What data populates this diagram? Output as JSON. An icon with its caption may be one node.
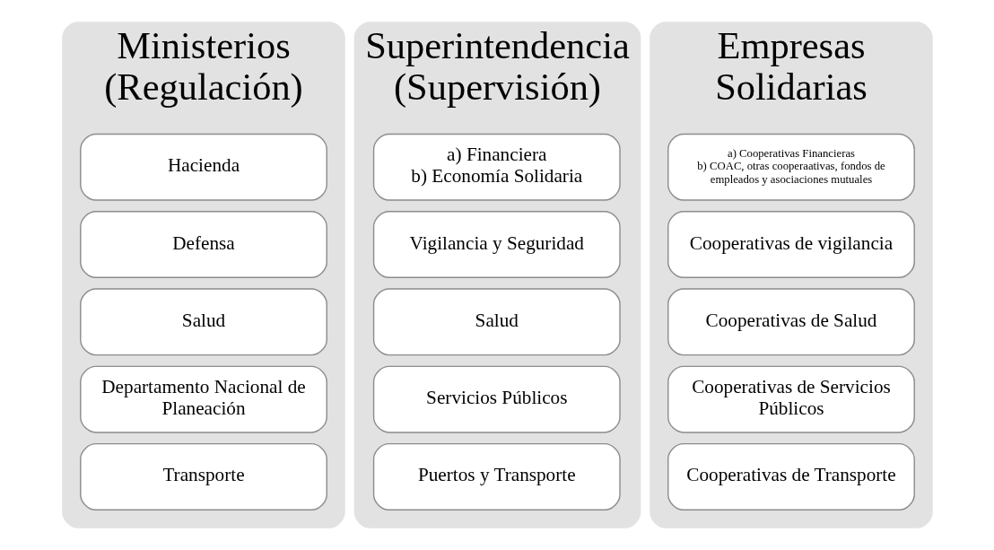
{
  "diagram": {
    "nodes": [
      {
        "text": [
          "Ministerios (Regulación)"
        ]
      },
      {
        "text": [
          "Hacienda"
        ],
        "in": 0
      },
      {
        "text": [
          "Defensa"
        ],
        "in": 0
      },
      {
        "text": [
          "Salud"
        ],
        "in": 0
      },
      {
        "text": [
          "Departamento Nacional de Planeación"
        ],
        "in": 0
      },
      {
        "text": [
          "Transporte"
        ],
        "in": 0
      },
      {
        "text": [
          "Superintendencia (Supervisión)"
        ]
      },
      {
        "text": [
          "a) Financiera",
          "b) Economía Solidaria"
        ],
        "in": 6
      },
      {
        "text": [
          "Vigilancia y Seguridad"
        ],
        "in": 6
      },
      {
        "text": [
          "Salud"
        ],
        "in": 6
      },
      {
        "text": [
          "Servicios Públicos"
        ],
        "in": 6
      },
      {
        "text": [
          "Puertos y Transporte"
        ],
        "in": 6
      },
      {
        "text": [
          "Empresas Solidarias"
        ]
      },
      {
        "text": [
          "a) Cooperativas Financieras",
          "b) COAC, otras cooperaativas, fondos de empleados y asociaciones mutuales"
        ],
        "in": 12
      },
      {
        "text": [
          "Cooperativas de vigilancia"
        ],
        "in": 12
      },
      {
        "text": [
          "Cooperativas de Salud"
        ],
        "in": 12
      },
      {
        "text": [
          "Cooperativas de Servicios Públicos"
        ],
        "in": 12
      },
      {
        "text": [
          "Cooperativas de Transporte"
        ],
        "in": 12
      }
    ]
  }
}
